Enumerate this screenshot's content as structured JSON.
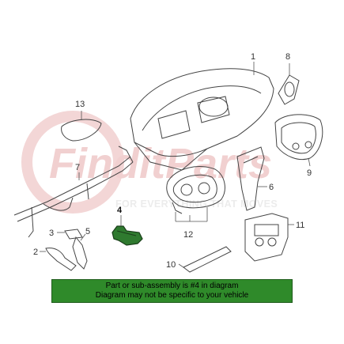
{
  "watermark": {
    "brand": "FinditParts",
    "tagline": "FOR EVERYTHING THAT MOVES"
  },
  "callouts": {
    "c1": "1",
    "c2": "2",
    "c3": "3",
    "c4": "4",
    "c5": "5",
    "c6": "6",
    "c7": "7",
    "c8": "8",
    "c9": "9",
    "c10": "10",
    "c11": "11",
    "c12": "12",
    "c13": "13"
  },
  "notice": {
    "line1": "Part or sub-assembly is #4 in diagram",
    "line2": "Diagram may not be specific to your vehicle"
  },
  "colors": {
    "highlight_part": "#2f7a2f",
    "notice_bg": "#2f8a2a"
  }
}
